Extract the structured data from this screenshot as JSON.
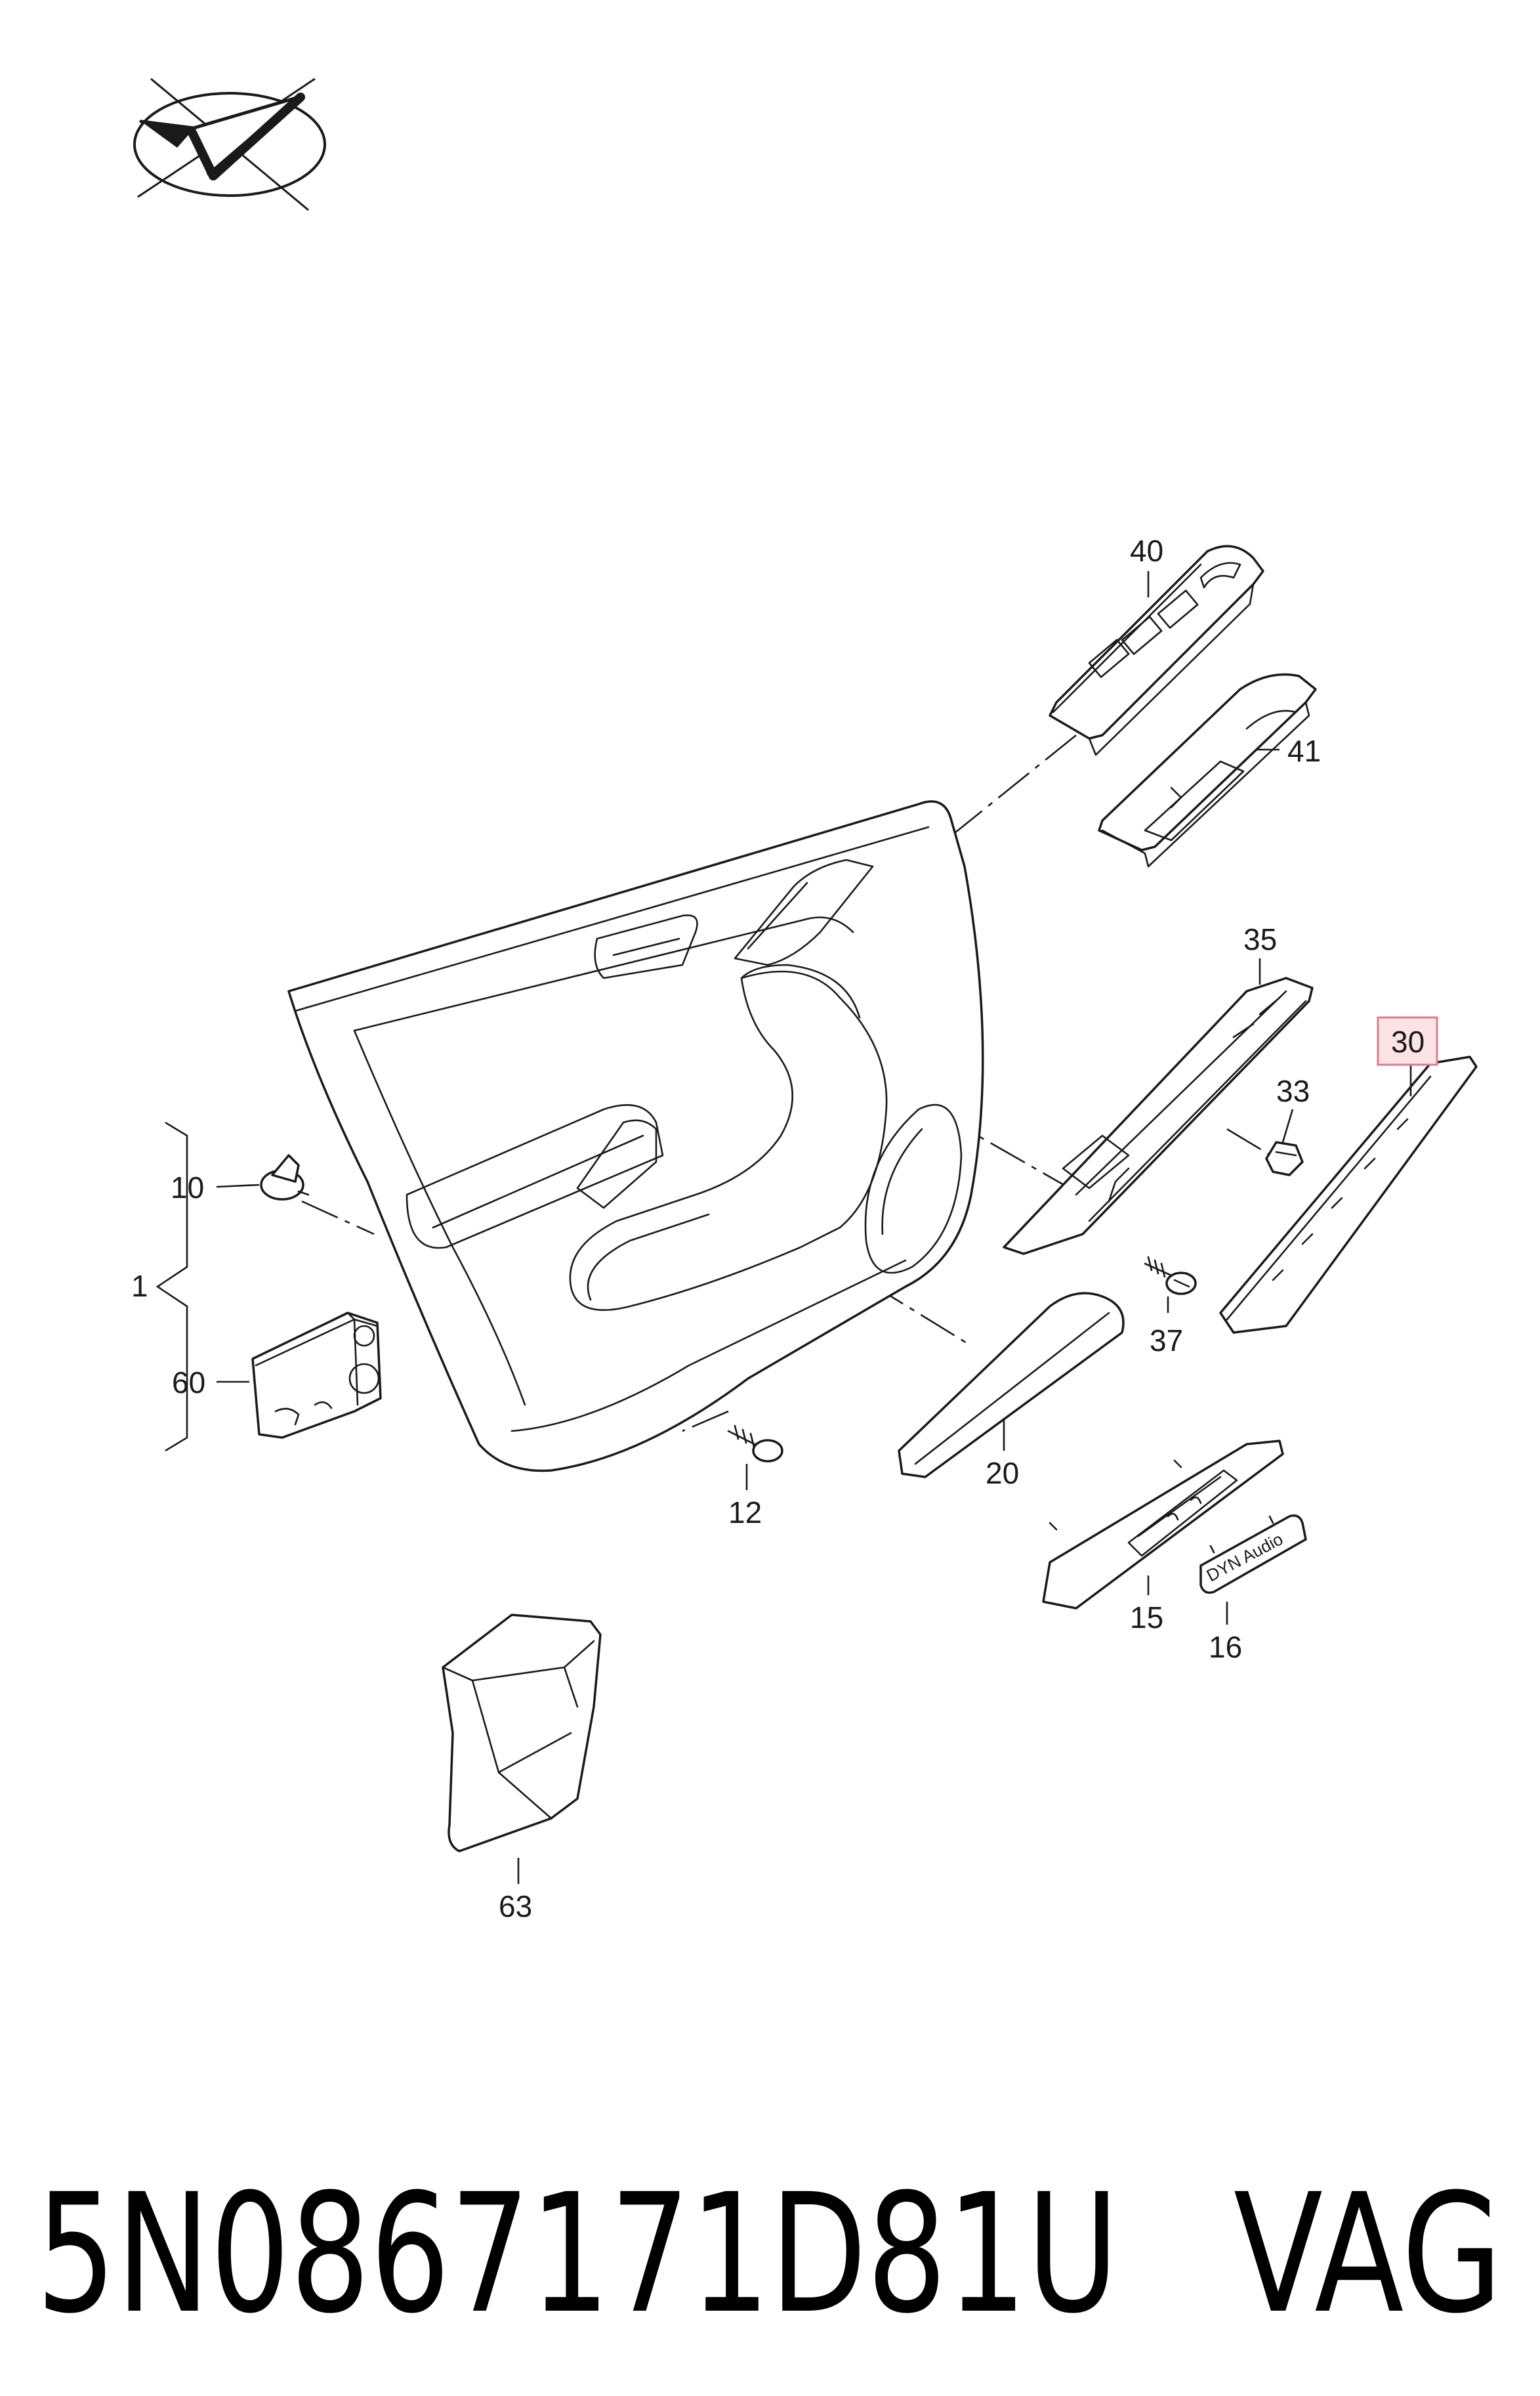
{
  "diagram": {
    "callouts": {
      "c1": "1",
      "c10": "10",
      "c12": "12",
      "c15": "15",
      "c16": "16",
      "c20": "20",
      "c30": "30",
      "c33": "33",
      "c35": "35",
      "c37": "37",
      "c40": "40",
      "c41": "41",
      "c60": "60",
      "c63": "63"
    },
    "highlighted_callout": "30",
    "badge_text": "DYN Audio",
    "colors": {
      "line": "#1a1a1a",
      "highlight_fill": "#fbe3e6",
      "highlight_stroke": "#e07b8c"
    }
  },
  "footer": {
    "part_number": "5N0867171D81U",
    "brand": "VAG"
  },
  "logo": {
    "icon": "check-arrow-logo-icon"
  }
}
